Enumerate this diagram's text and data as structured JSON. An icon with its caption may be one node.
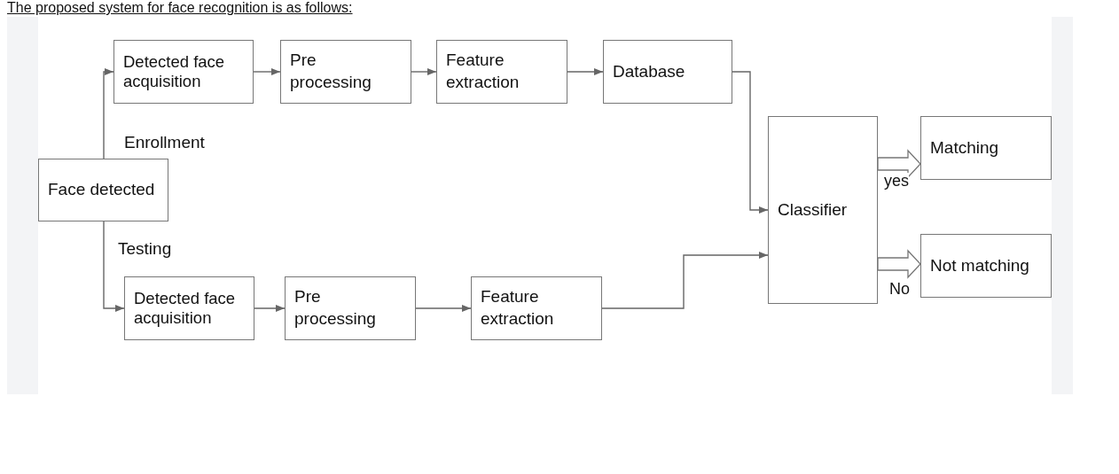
{
  "diagram": {
    "title": "The proposed system for face recognition is as follows:",
    "nodes": [
      {
        "text": [
          "Face detected"
        ]
      },
      {
        "text": [
          "Detected face acquisition"
        ]
      },
      {
        "text": [
          "Pre processing"
        ]
      },
      {
        "text": [
          "Feature extraction"
        ]
      },
      {
        "text": [
          "Database"
        ]
      },
      {
        "text": [
          "Classifier"
        ]
      },
      {
        "text": [
          "Matching"
        ]
      },
      {
        "text": [
          "Not matching"
        ]
      },
      {
        "text": [
          "Detected face acquisition"
        ]
      },
      {
        "text": [
          "Pre processing"
        ]
      },
      {
        "text": [
          "Feature extraction"
        ]
      }
    ],
    "edges": [
      {
        "from": 0,
        "to": 1,
        "arrow": "to"
      },
      {
        "from": 0,
        "to": 8,
        "arrow": "to"
      },
      {
        "from": 1,
        "to": 2,
        "arrow": "to"
      },
      {
        "from": 2,
        "to": 3,
        "arrow": "to"
      },
      {
        "from": 3,
        "to": 4,
        "arrow": "to"
      },
      {
        "from": 4,
        "to": 5,
        "arrow": "to"
      },
      {
        "from": 8,
        "to": 9,
        "arrow": "to"
      },
      {
        "from": 9,
        "to": 10,
        "arrow": "to"
      },
      {
        "from": 10,
        "to": 5,
        "arrow": "to"
      },
      {
        "from": 5,
        "to": 6,
        "arrow": "to",
        "label": "yes",
        "style": "thick"
      },
      {
        "from": 5,
        "to": 7,
        "arrow": "to",
        "label": "No",
        "style": "thick"
      }
    ],
    "labels": [
      "Enrollment",
      "Testing"
    ]
  }
}
